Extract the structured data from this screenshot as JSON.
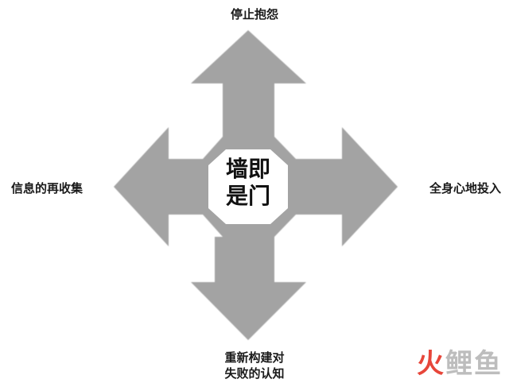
{
  "labels": {
    "top": "停止抱怨",
    "left": "信息的再收集",
    "right": "全身心地投入",
    "bottom_line1": "重新构建对",
    "bottom_line2": "失败的认知"
  },
  "center": {
    "line1": "墙即",
    "line2": "是门"
  },
  "watermark": [
    "火",
    "鲤",
    "鱼"
  ],
  "colors": {
    "arrow_fill": "#a3a3a3",
    "background": "#ffffff",
    "text": "#1a1a1a",
    "watermark_accent": "#e7463a",
    "watermark_gray": "#bdbdbd"
  }
}
